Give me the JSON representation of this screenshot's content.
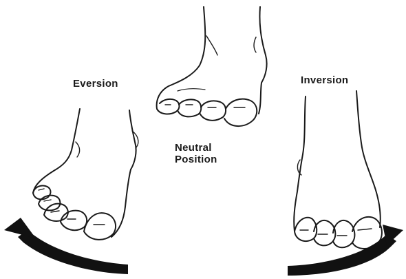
{
  "labels": {
    "eversion": "Eversion",
    "inversion": "Inversion",
    "neutral_line1": "Neutral",
    "neutral_line2": "Position"
  },
  "colors": {
    "ink": "#1a1a1a",
    "background": "#ffffff"
  },
  "arrows": {
    "left": "curved-arrow-counterclockwise",
    "right": "curved-arrow-clockwise"
  }
}
